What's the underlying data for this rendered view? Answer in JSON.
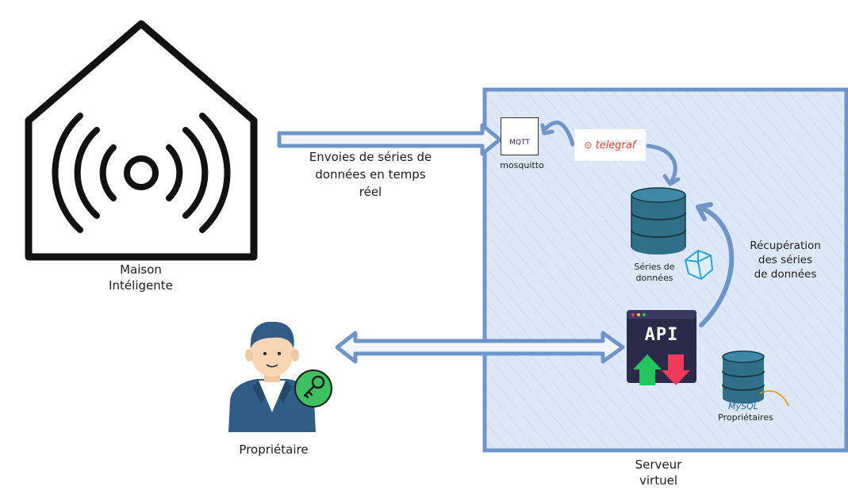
{
  "house": {
    "label_line1": "Maison",
    "label_line2": "Intéligente"
  },
  "stream_arrow": {
    "label_line1": "Envoies de séries de",
    "label_line2": "données en temps",
    "label_line3": "réel"
  },
  "owner": {
    "label": "Propriétaire"
  },
  "server": {
    "label_line1": "Serveur",
    "label_line2": "virtuel"
  },
  "mosquitto": {
    "badge": "MQTT",
    "label": "mosquitto"
  },
  "telegraf": {
    "label": "telegraf"
  },
  "timeseries_db": {
    "label_line1": "Séries de",
    "label_line2": "données"
  },
  "recuperation": {
    "label_line1": "Récupération",
    "label_line2": "des séries",
    "label_line3": "de données"
  },
  "api": {
    "label": "API"
  },
  "mysql_db": {
    "logo_text": "MySQL",
    "label": "Propriétaires"
  },
  "colors": {
    "server_fill": "#dbe7f8",
    "server_border": "#6f94c9",
    "arrow": "#6f94c9",
    "db": "#2f6f89",
    "api_bg": "#2b2a48",
    "up_arrow": "#22c55e",
    "down_arrow": "#ef3b5a"
  }
}
